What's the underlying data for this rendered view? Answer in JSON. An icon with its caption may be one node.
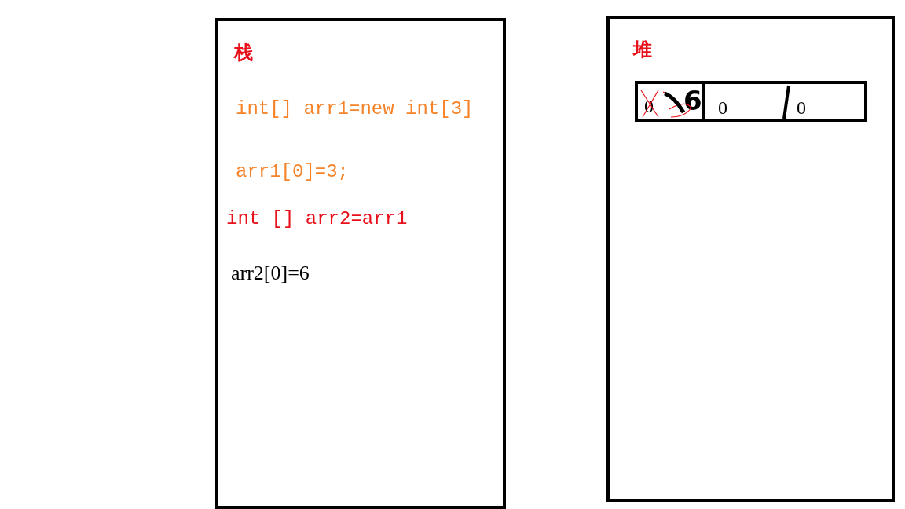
{
  "diagram": {
    "nodes": [
      {
        "text": [
          "栈",
          "int[] arr1=new int[3]",
          "arr1[0]=3;",
          "int [] arr2=arr1",
          "arr2[0]=6"
        ]
      },
      {
        "text": [
          "堆"
        ]
      },
      {
        "text": [],
        "shape": "bar",
        "in": 1
      },
      {
        "text": [
          "0",
          "6"
        ],
        "in": 2
      },
      {
        "text": [
          "0"
        ],
        "in": 2
      },
      {
        "text": [
          "0"
        ],
        "in": 2
      }
    ],
    "edges": []
  }
}
